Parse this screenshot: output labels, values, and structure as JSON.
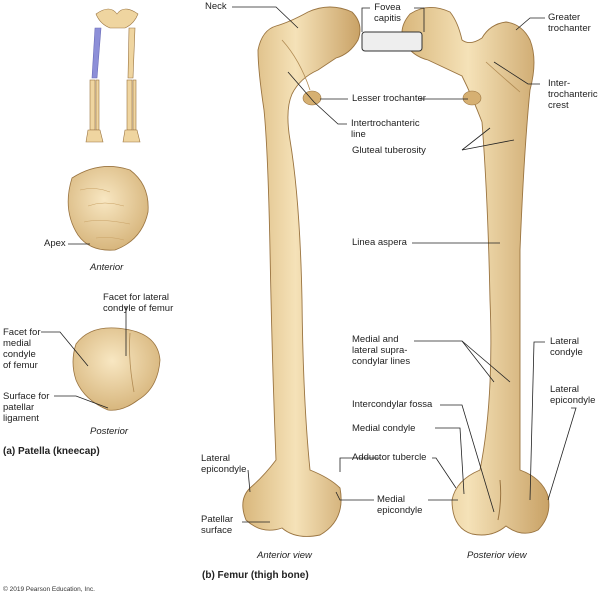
{
  "labels": {
    "neck": "Neck",
    "fovea_line1": "Fovea",
    "fovea_line2": "capitis",
    "greater_line1": "Greater",
    "greater_line2": "trochanter",
    "inter_line1": "Inter-",
    "inter_line2": "trochanteric",
    "inter_line3": "crest",
    "lesser": "Lesser trochanter",
    "itl_line1": "Intertrochanteric",
    "itl_line2": "line",
    "gluteal": "Gluteal tuberosity",
    "linea": "Linea aspera",
    "msl_line1": "Medial and",
    "msl_line2": "lateral supra-",
    "msl_line3": "condylar lines",
    "lat_condyle_line1": "Lateral",
    "lat_condyle_line2": "condyle",
    "lat_epi_r_line1": "Lateral",
    "lat_epi_r_line2": "epicondyle",
    "intercondylar": "Intercondylar fossa",
    "med_condyle": "Medial condyle",
    "adductor": "Adductor tubercle",
    "med_epi_line1": "Medial",
    "med_epi_line2": "epicondyle",
    "lat_epi_l_line1": "Lateral",
    "lat_epi_l_line2": "epicondyle",
    "patellar_line1": "Patellar",
    "patellar_line2": "surface",
    "anterior_view": "Anterior view",
    "posterior_view": "Posterior view",
    "femur_caption": "(b) Femur (thigh bone)",
    "apex": "Apex",
    "anterior": "Anterior",
    "facet_lat_line1": "Facet for lateral",
    "facet_lat_line2": "condyle of femur",
    "facet_med_line1": "Facet for",
    "facet_med_line2": "medial",
    "facet_med_line3": "condyle",
    "facet_med_line4": "of femur",
    "surf_line1": "Surface for",
    "surf_line2": "patellar",
    "surf_line3": "ligament",
    "posterior": "Posterior",
    "patella_caption": "(a) Patella (kneecap)",
    "copyright": "© 2019 Pearson Education, Inc."
  },
  "colors": {
    "bone": "#efd5a0",
    "bone_shadow": "#c9a266",
    "bone_outline": "#9a7440",
    "highlight": "#8d8fd8",
    "leader": "#222222"
  }
}
